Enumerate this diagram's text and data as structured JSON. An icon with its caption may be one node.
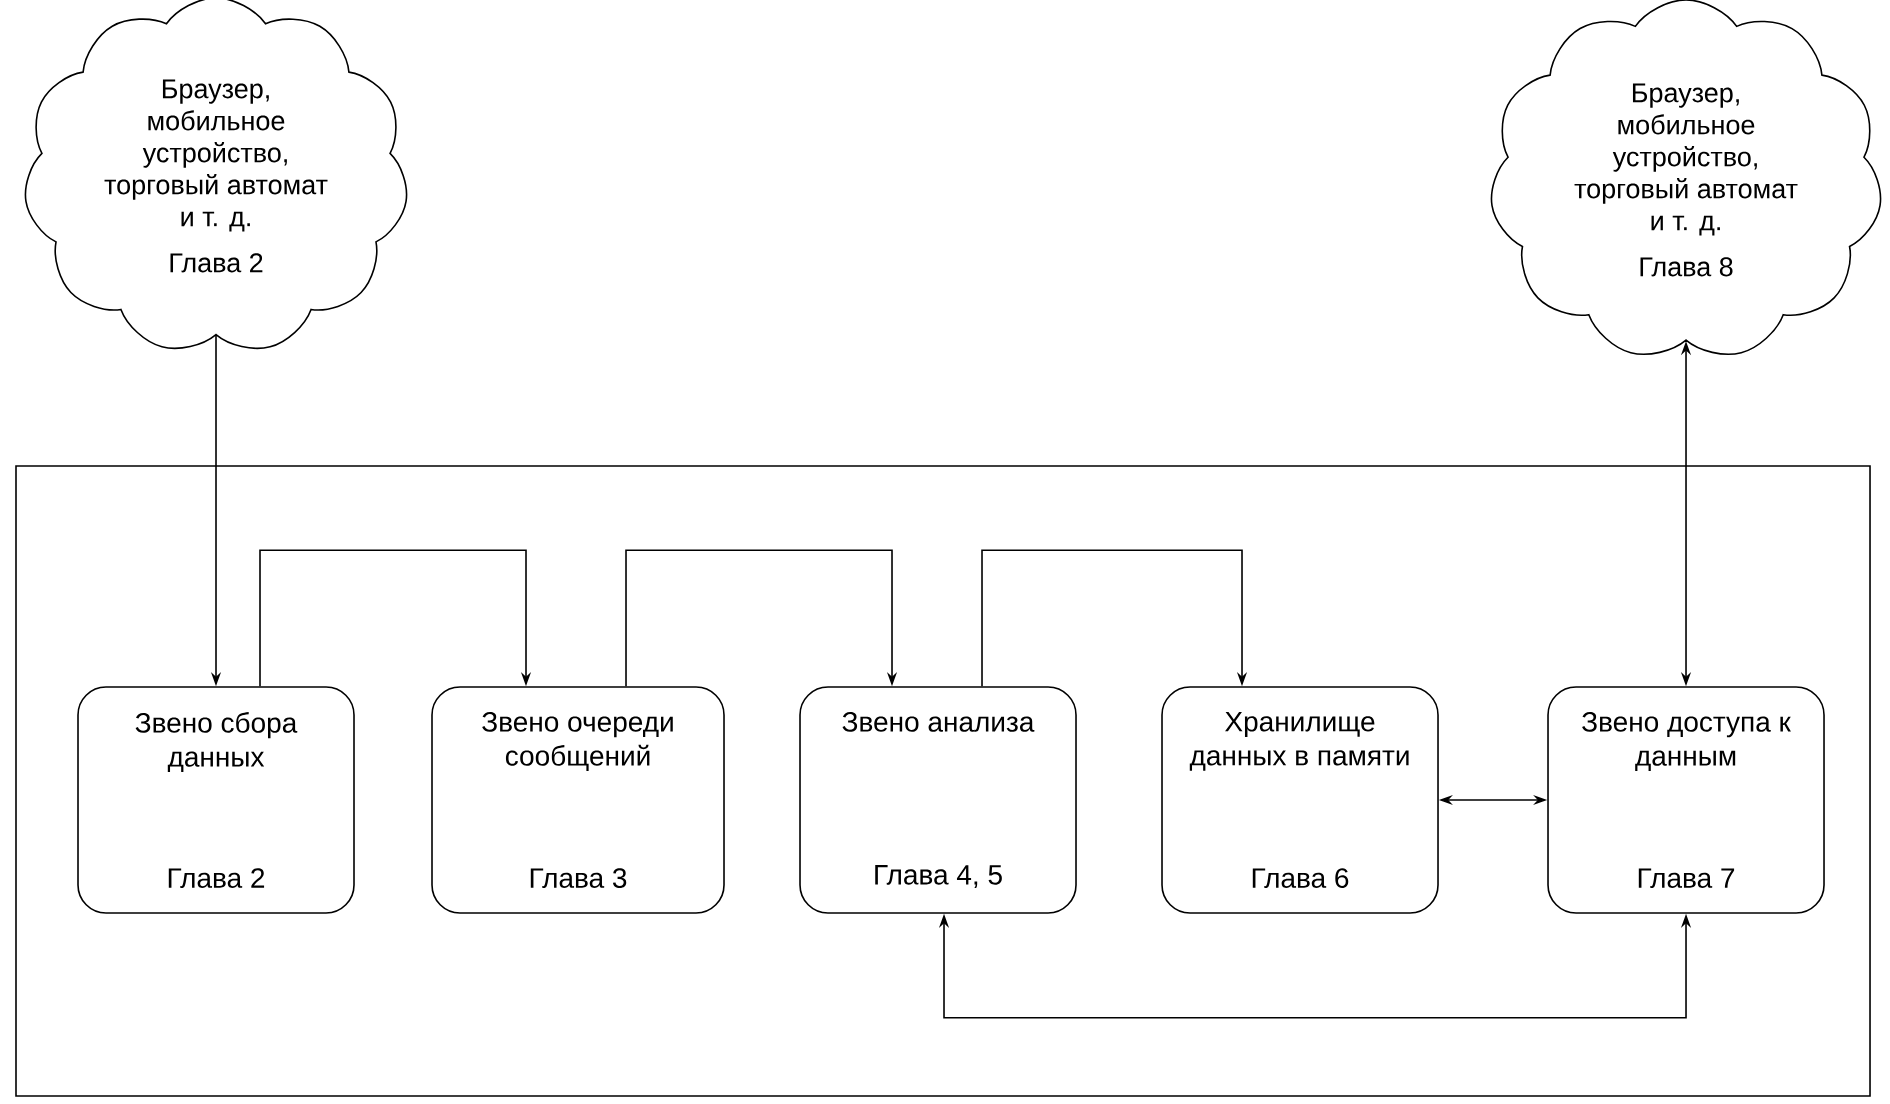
{
  "diagram": {
    "nodes": [
      {
        "text": [
          "Браузер, мобильное устройство, торговый автомат и т. д.",
          "Глава 2"
        ]
      },
      {
        "text": [
          "Браузер, мобильное устройство, торговый автомат и т. д.",
          "Глава 8"
        ]
      },
      {
        "text": [],
        "shape": "box"
      },
      {
        "text": [
          "Звено сбора данных",
          "Глава 2"
        ],
        "in": 2
      },
      {
        "text": [
          "Звено очереди сообщений",
          "Глава 3"
        ],
        "in": 2
      },
      {
        "text": [
          "Звено анализа",
          "Глава 4, 5"
        ],
        "in": 2
      },
      {
        "text": [
          "Хранилище данных в памяти",
          "Глава 6"
        ],
        "in": 2
      },
      {
        "text": [
          "Звено доступа к данным",
          "Глава 7"
        ],
        "in": 2
      }
    ],
    "edges": [
      {
        "from": 0,
        "to": 3,
        "arrow": "to"
      },
      {
        "from": 3,
        "to": 4,
        "arrow": "to"
      },
      {
        "from": 4,
        "to": 5,
        "arrow": "to"
      },
      {
        "from": 5,
        "to": 6,
        "arrow": "to"
      },
      {
        "from": 6,
        "to": 7,
        "arrow": "both"
      },
      {
        "from": 5,
        "to": 7,
        "arrow": "both"
      },
      {
        "from": 7,
        "to": 1,
        "arrow": "both"
      }
    ]
  }
}
